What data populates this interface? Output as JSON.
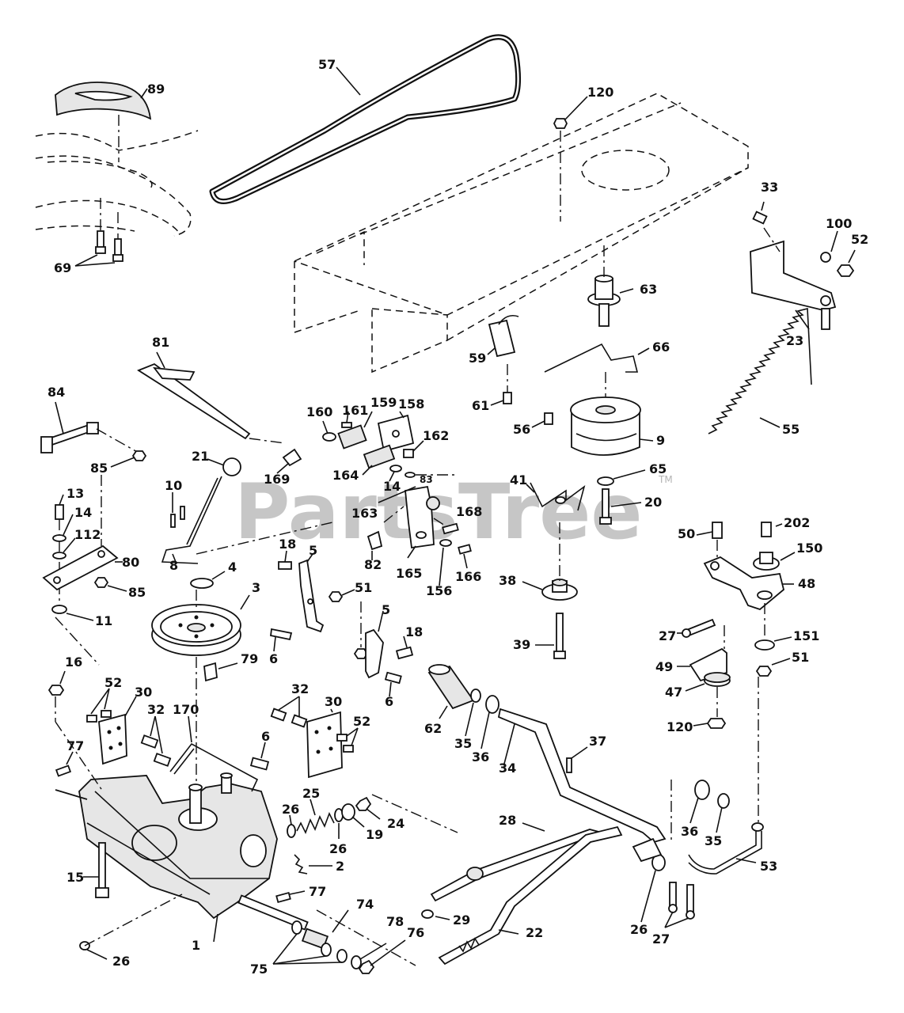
{
  "watermark": {
    "text": "PartsTree",
    "mark": "TM"
  },
  "labels": {
    "l57": "57",
    "l89": "89",
    "l120a": "120",
    "l69": "69",
    "l33": "33",
    "l100": "100",
    "l52a": "52",
    "l63": "63",
    "l23": "23",
    "l59": "59",
    "l66": "66",
    "l81": "81",
    "l84": "84",
    "l61": "61",
    "l56": "56",
    "l160": "160",
    "l161": "161",
    "l159": "159",
    "l158": "158",
    "l162": "162",
    "l9": "9",
    "l55": "55",
    "l85a": "85",
    "l21": "21",
    "l169": "169",
    "l164": "164",
    "l14a": "14",
    "l83": "83",
    "l41": "41",
    "l65": "65",
    "l20": "20",
    "l10": "10",
    "l13": "13",
    "l14b": "14",
    "l112": "112",
    "l163": "163",
    "l168": "168",
    "l80": "80",
    "l85b": "85",
    "l8": "8",
    "l82": "82",
    "l18a": "18",
    "l5a": "5",
    "l165": "165",
    "l156": "156",
    "l166": "166",
    "l50": "50",
    "l202": "202",
    "l150": "150",
    "l4": "4",
    "l38": "38",
    "l48": "48",
    "l3": "3",
    "l51a": "51",
    "l11": "11",
    "l6a": "6",
    "l5b": "5",
    "l27a": "27",
    "l151": "151",
    "l18b": "18",
    "l39": "39",
    "l51b": "51",
    "l79": "79",
    "l49": "49",
    "l16": "16",
    "l6b": "6",
    "l47": "47",
    "l52b": "52",
    "l30a": "30",
    "l32a": "32",
    "l62": "62",
    "l35a": "35",
    "l36a": "36",
    "l120b": "120",
    "l32b": "32",
    "l30b": "30",
    "l170": "170",
    "l52c": "52",
    "l37": "37",
    "l34": "34",
    "l77a": "77",
    "l6c": "6",
    "l25": "25",
    "l24": "24",
    "l28": "28",
    "l26a": "26",
    "l19": "19",
    "l36b": "36",
    "l26b": "26",
    "l35b": "35",
    "l53": "53",
    "l2": "2",
    "l15": "15",
    "l77b": "77",
    "l74": "74",
    "l29": "29",
    "l26c": "26",
    "l1": "1",
    "l78": "78",
    "l76": "76",
    "l22": "22",
    "l27b": "27",
    "l26d": "26",
    "l75": "75"
  }
}
